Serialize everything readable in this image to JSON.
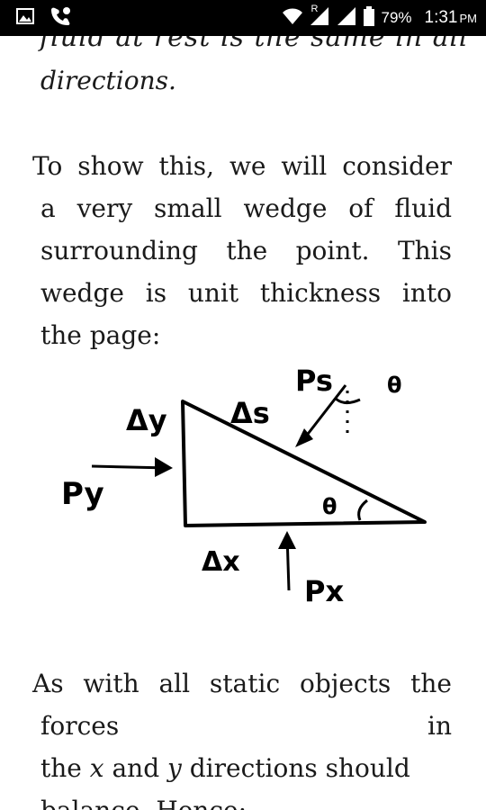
{
  "status_bar": {
    "battery": "79%",
    "time": "1:31",
    "ampm": "PM",
    "roaming": "R",
    "icons": [
      "image-icon",
      "voicemail-icon",
      "wifi-icon",
      "signal-icon",
      "signal-icon",
      "battery-icon"
    ]
  },
  "text": {
    "cut_line": "fluid at rest is the same in all",
    "directions": "directions.",
    "p1": [
      "To show this, we will consider",
      "a very small wedge of fluid",
      "surrounding the point. This",
      "wedge is unit thickness into",
      "the page:"
    ],
    "p2_l1": "As with all static objects the",
    "p2_l2a": "forces",
    "p2_l2b": "in",
    "p2_l3": {
      "a": "the ",
      "x": "x",
      "b": " and ",
      "y": "y",
      "c": " directions should"
    },
    "p2_l4": "balance. Hence:"
  },
  "diagram": {
    "labels": {
      "dy": "Δy",
      "ds": "Δs",
      "dx": "Δx",
      "py": "Py",
      "px": "Px",
      "ps": "Ps",
      "theta_inside": "θ",
      "theta_outside": "θ"
    }
  }
}
